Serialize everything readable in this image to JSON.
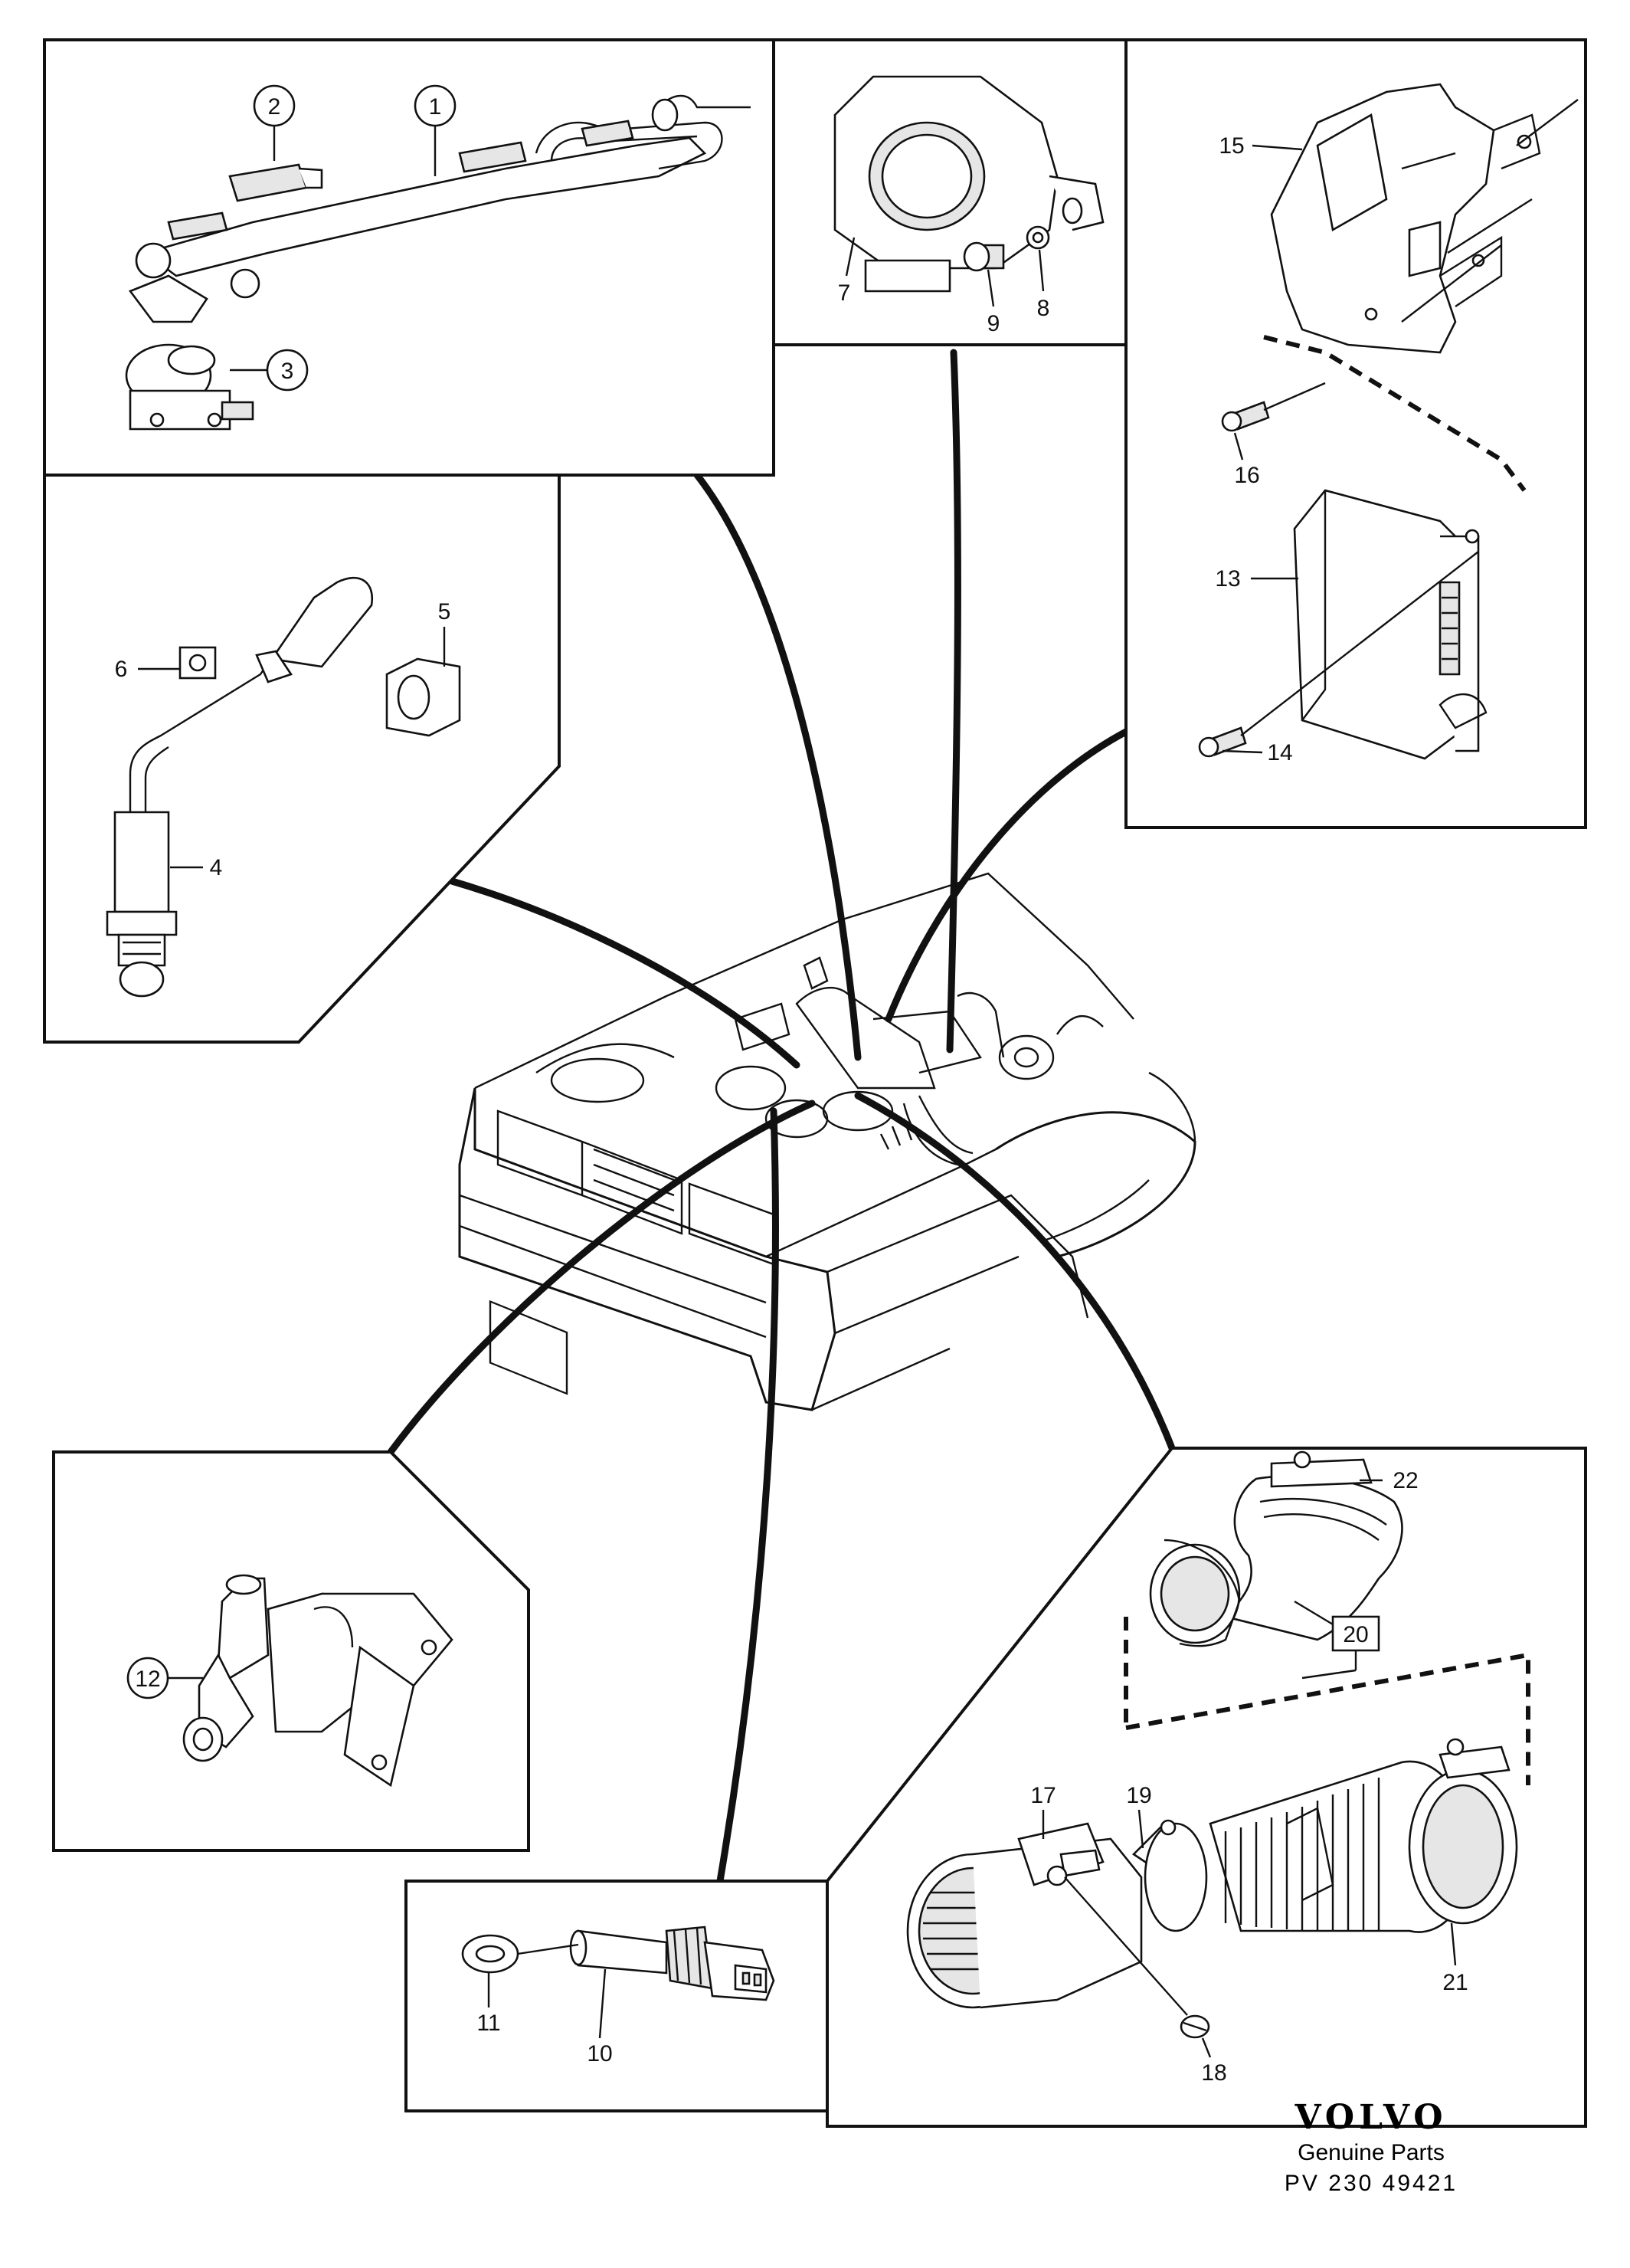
{
  "diagram": {
    "callouts": [
      {
        "id": "1",
        "text": "1"
      },
      {
        "id": "2",
        "text": "2"
      },
      {
        "id": "3",
        "text": "3"
      },
      {
        "id": "4",
        "text": "4"
      },
      {
        "id": "5",
        "text": "5"
      },
      {
        "id": "6",
        "text": "6"
      },
      {
        "id": "7",
        "text": "7"
      },
      {
        "id": "8",
        "text": "8"
      },
      {
        "id": "9",
        "text": "9"
      },
      {
        "id": "10",
        "text": "10"
      },
      {
        "id": "11",
        "text": "11"
      },
      {
        "id": "12",
        "text": "12"
      },
      {
        "id": "13",
        "text": "13"
      },
      {
        "id": "14",
        "text": "14"
      },
      {
        "id": "15",
        "text": "15"
      },
      {
        "id": "16",
        "text": "16"
      },
      {
        "id": "17",
        "text": "17"
      },
      {
        "id": "18",
        "text": "18"
      },
      {
        "id": "19",
        "text": "19"
      },
      {
        "id": "20",
        "text": "20"
      },
      {
        "id": "21",
        "text": "21"
      },
      {
        "id": "22",
        "text": "22"
      }
    ]
  },
  "brand": {
    "name": "VOLVO",
    "subtitle": "Genuine Parts",
    "code": "PV 230 49421"
  }
}
